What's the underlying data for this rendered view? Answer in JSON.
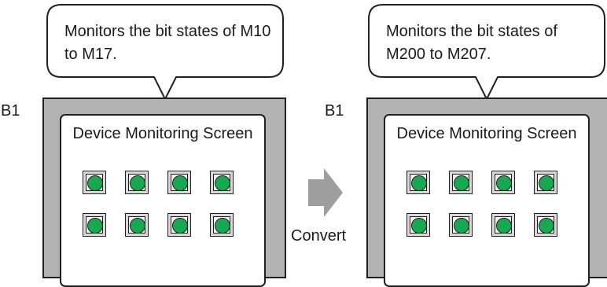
{
  "left": {
    "bubble_text": "Monitors the bit states of M10 to M17.",
    "screen_label": "B1",
    "panel_title": "Device Monitoring Screen",
    "lamp_count": 8
  },
  "right": {
    "bubble_text": "Monitors the bit states of M200 to M207.",
    "screen_label": "B1",
    "panel_title": "Device Monitoring Screen",
    "lamp_count": 8
  },
  "convert_label": "Convert",
  "colors": {
    "lamp_on": "#16a951",
    "frame": "#b3b3b3",
    "arrow": "#9e9e9e"
  }
}
